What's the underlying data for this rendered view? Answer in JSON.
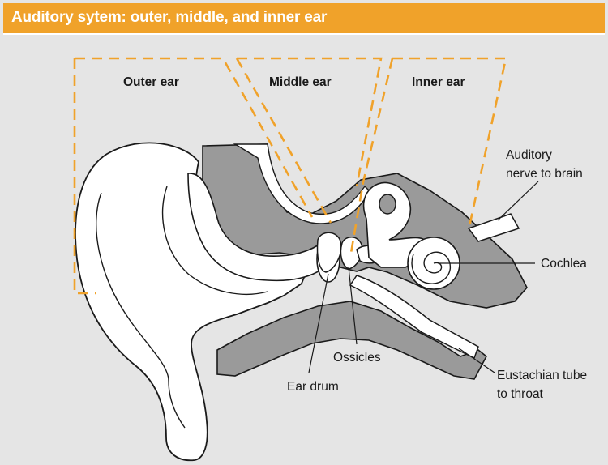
{
  "title": "Auditory sytem: outer, middle, and inner ear",
  "regions": {
    "outer": "Outer ear",
    "middle": "Middle ear",
    "inner": "Inner ear"
  },
  "labels": {
    "auditory_nerve_line1": "Auditory",
    "auditory_nerve_line2": "nerve to brain",
    "cochlea": "Cochlea",
    "ossicles": "Ossicles",
    "ear_drum": "Ear drum",
    "eustachian_line1": "Eustachian tube",
    "eustachian_line2": "to throat"
  },
  "colors": {
    "accent": "#f0a22a",
    "background": "#e5e5e5",
    "tissue": "#9a9a9a",
    "outline": "#1a1a1a",
    "structure_fill": "#ffffff"
  }
}
